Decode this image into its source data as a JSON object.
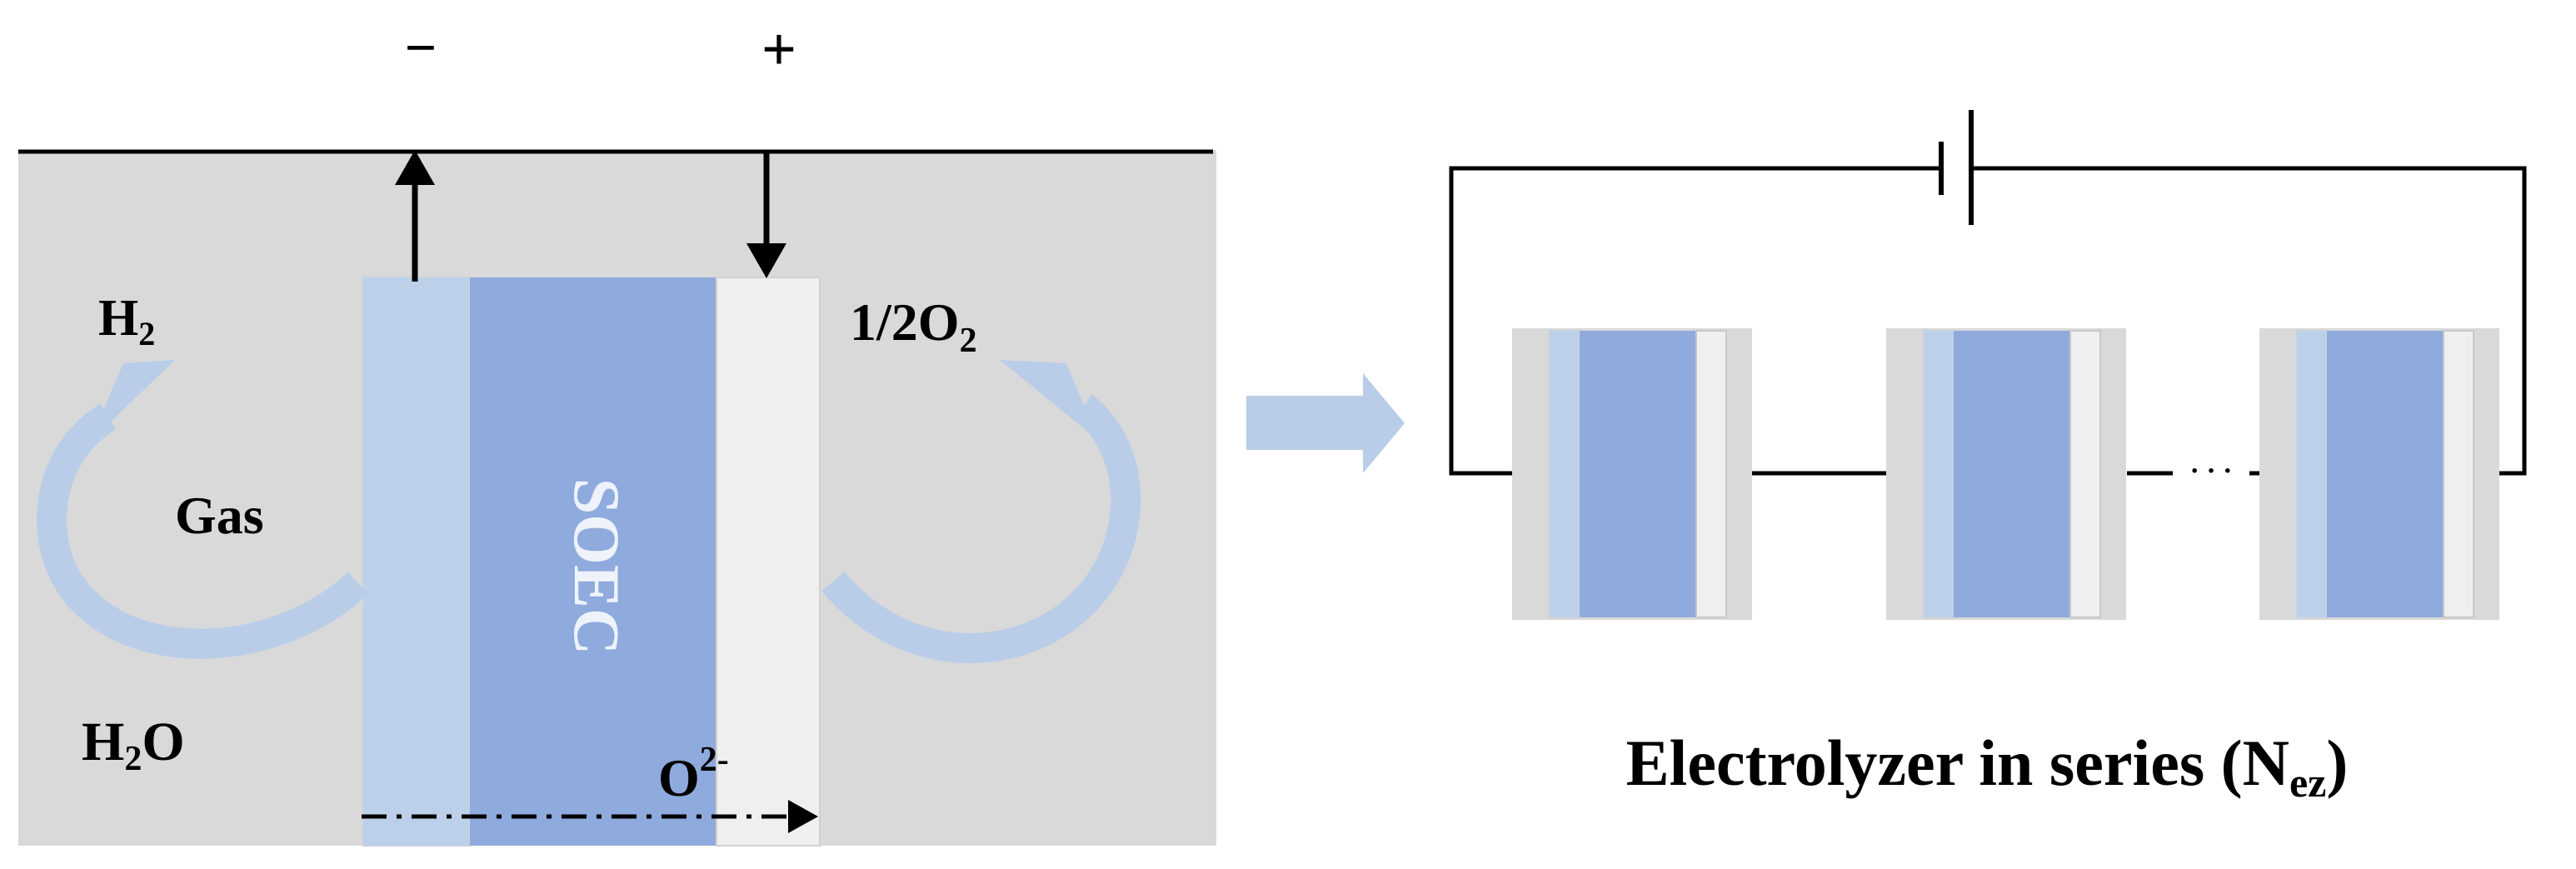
{
  "left_panel": {
    "minus_sign": "−",
    "plus_sign": "+",
    "h2_label": {
      "main": "H",
      "sub": "2"
    },
    "half_o2_label": {
      "main": "1/2O",
      "sub": "2"
    },
    "gas_label": "Gas",
    "h2o_label": {
      "main": "H",
      "sub": "2",
      "tail": "O"
    },
    "soec_label": "SOEC",
    "oxygen_ion_label": {
      "main": "O",
      "sup": "2-"
    }
  },
  "right_panel": {
    "caption": {
      "main": "Electrolyzer in series (N",
      "sub": "ez",
      "tail": ")"
    },
    "ellipsis": "· · ·"
  },
  "colors": {
    "background_gray": "#d9d9d9",
    "cathode_light_blue": "#bdd0ea",
    "electrolyte_blue": "#8faadc",
    "anode_white": "#efefef",
    "arrow_blue": "#b9cde8",
    "line_black": "#000000"
  }
}
